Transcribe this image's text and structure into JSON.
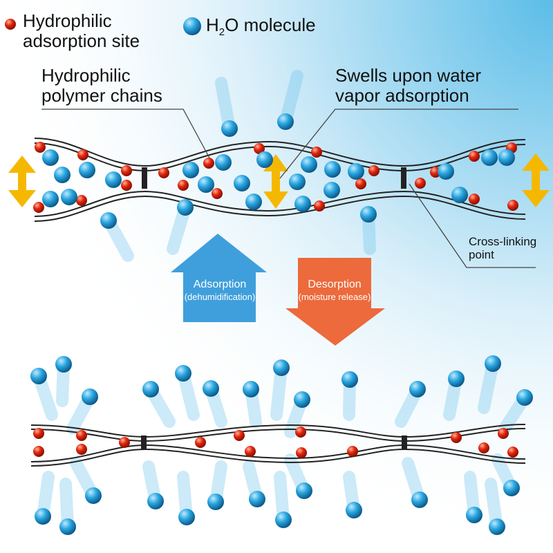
{
  "legend": {
    "adsorption_site_label": "Hydrophilic adsorption site",
    "adsorption_site_line1": "Hydrophilic",
    "adsorption_site_line2": "adsorption site",
    "water_label_prefix": "H",
    "water_label_sub": "2",
    "water_label_suffix": "O molecule"
  },
  "callouts": {
    "polymer_line1": "Hydrophilic",
    "polymer_line2": "polymer chains",
    "swell_line1": "Swells upon water",
    "swell_line2": "vapor adsorption",
    "crosslink_line1": "Cross-linking",
    "crosslink_line2": "point"
  },
  "arrows": {
    "adsorption": {
      "line1": "Adsorption",
      "line2": "(dehumidification)",
      "color": "#3f9fdc"
    },
    "desorption": {
      "line1": "Desorption",
      "line2": "(moisture release)",
      "color": "#ec6a3c"
    }
  },
  "colors": {
    "site": "#d81e05",
    "water": "#1e9fd8",
    "swell_arrow": "#f5b800",
    "chain": "#222222",
    "background_glow": "#5bbde8"
  },
  "icons": [
    "red-sphere-icon",
    "blue-sphere-icon",
    "up-arrow-icon",
    "down-arrow-icon",
    "double-arrow-icon"
  ]
}
